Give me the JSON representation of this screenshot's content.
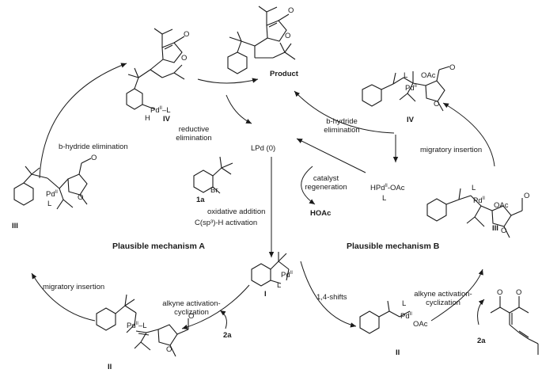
{
  "labels": {
    "product": "Product",
    "reductive_elimination": "reductive\nelimination",
    "lpd0": "LPd (0)",
    "b_hydride_left": "b-hydride elimination",
    "b_hydride_right": "b-hydride\nelimination",
    "migratory_insertion_right": "migratory insertion",
    "migratory_insertion_left": "migratory insertion",
    "catalyst_regeneration": "catalyst\nregeneration",
    "hpd_oac": "HPd",
    "hpd_sup": "II",
    "hpd_tail": "-OAc",
    "hpd_l": "L",
    "substrate_1a": "1a",
    "oxidative_addition": "oxidative addition",
    "csp3_activation": "C(sp³)-H activation",
    "hoac": "HOAc",
    "mechanism_a": "Plausible mechanism A",
    "mechanism_b": "Plausible mechanism B",
    "shifts": "1,4-shifts",
    "alkyne_left": "alkyne activation-\ncyclization",
    "alkyne_right": "alkyne activation-\ncyclization",
    "reagent_2a_left": "2a",
    "reagent_2a_right": "2a",
    "br": "Br",
    "pd_ii_l": "Pd",
    "oac": "OAc",
    "l": "L",
    "h": "H",
    "ii": "II",
    "o": "O"
  },
  "roman": {
    "i": "I",
    "ii_left": "II",
    "ii_right": "II",
    "iii_left": "III",
    "iii_right": "III",
    "iv_left": "IV",
    "iv_right": "IV"
  }
}
